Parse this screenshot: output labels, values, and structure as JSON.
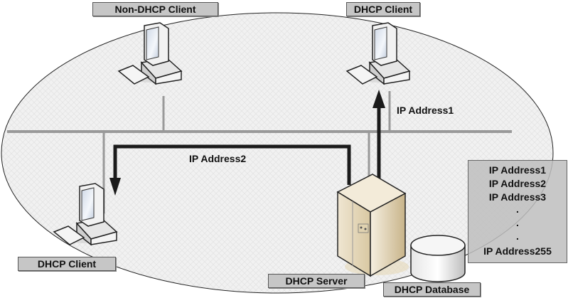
{
  "diagram": {
    "title": "DHCP address assignment",
    "nodes": {
      "non_dhcp_client": {
        "label": "Non-DHCP Client",
        "icon": "desktop-computer-icon"
      },
      "dhcp_client_top": {
        "label": "DHCP Client",
        "icon": "desktop-computer-icon"
      },
      "dhcp_client_left": {
        "label": "DHCP Client",
        "icon": "desktop-computer-icon"
      },
      "dhcp_server": {
        "label": "DHCP Server",
        "icon": "server-tower-icon"
      },
      "dhcp_database": {
        "label": "DHCP Database",
        "icon": "database-cylinder-icon"
      }
    },
    "flows": [
      {
        "label": "IP Address1",
        "from": "DHCP Server",
        "to": "DHCP Client (top)"
      },
      {
        "label": "IP Address2",
        "from": "DHCP Server",
        "to": "DHCP Client (left)"
      }
    ],
    "address_pool": {
      "entries": [
        "IP Address1",
        "IP Address2",
        "IP Address3",
        ".",
        ".",
        ".",
        "IP Address255"
      ]
    },
    "colors": {
      "network_area": "#efefef",
      "bus_line": "#999999",
      "arrow": "#1a1a1a",
      "label_bg": "#c6c6c6",
      "server_beige": "#e8dcc0"
    }
  }
}
